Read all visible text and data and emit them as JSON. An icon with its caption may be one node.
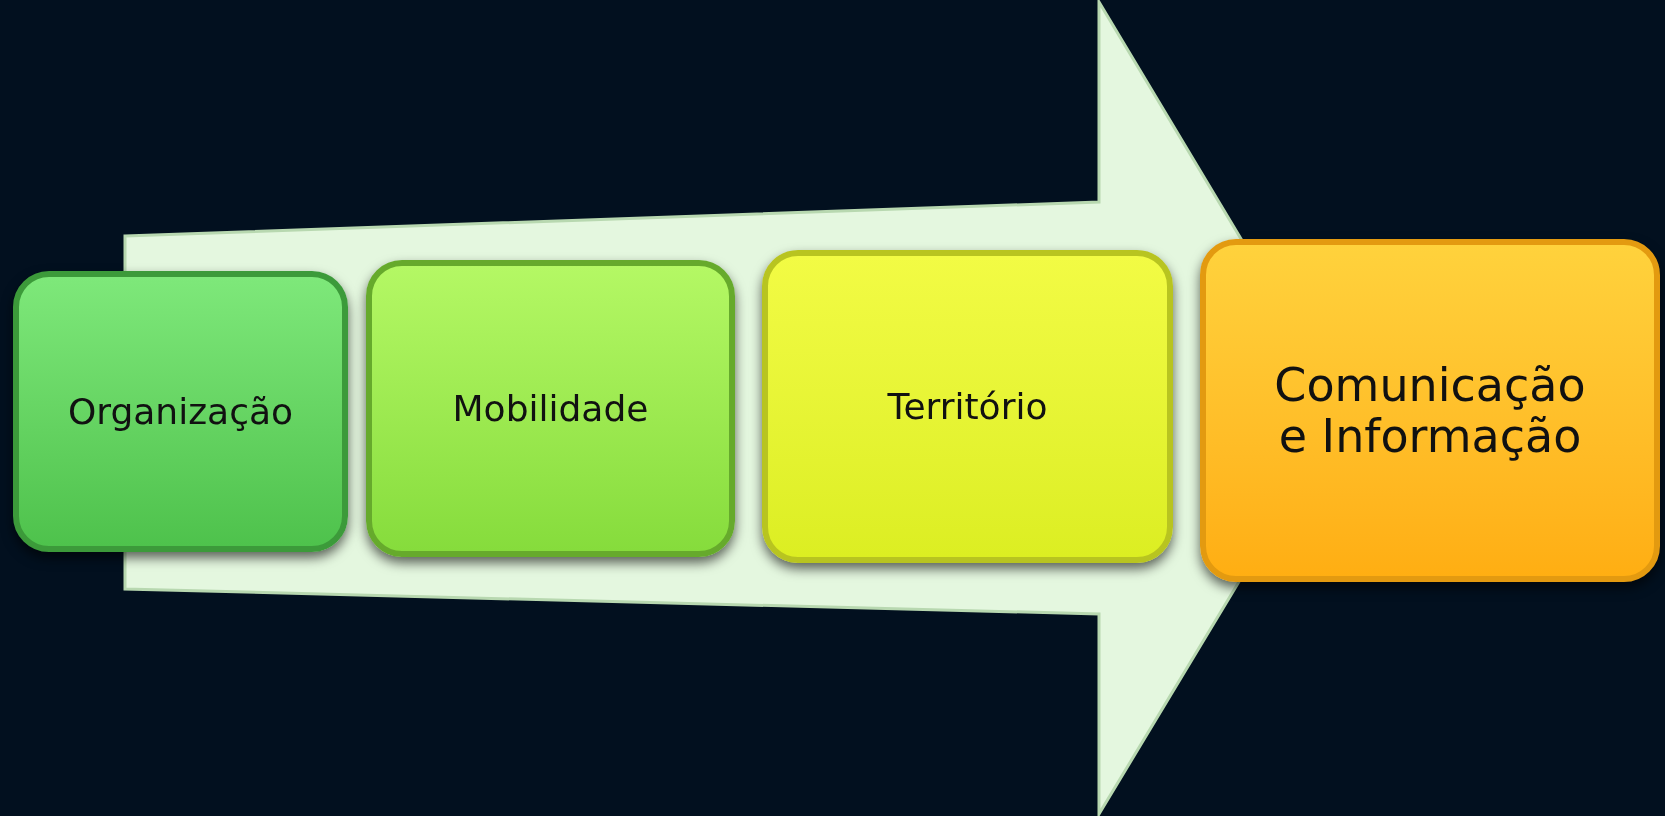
{
  "diagram": {
    "nodes": [
      {
        "text": [
          "Organização"
        ]
      },
      {
        "text": [
          "Mobilidade"
        ]
      },
      {
        "text": [
          "Território"
        ]
      },
      {
        "text": [
          "Comunicação e Informação"
        ]
      }
    ],
    "edges": [
      {
        "from": 0,
        "to": 3,
        "arrow": "to"
      }
    ]
  }
}
